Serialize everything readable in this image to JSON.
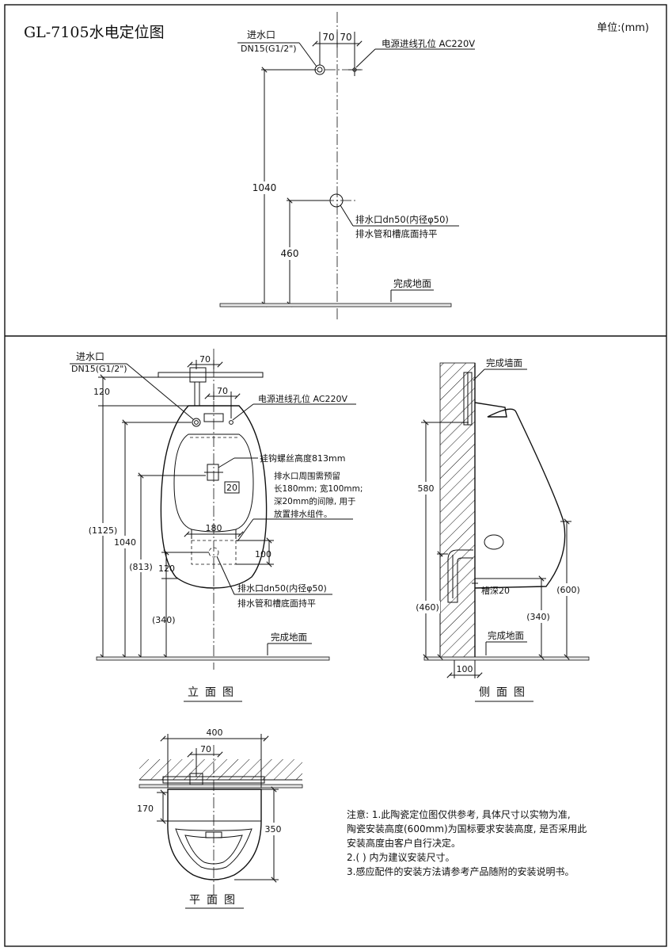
{
  "title": "GL-7105水电定位图",
  "unit": "单位:(mm)",
  "top": {
    "inlet_label": "进水口",
    "inlet_spec": "DN15(G1/2\")",
    "dim_70a": "70",
    "dim_70b": "70",
    "power_label": "电源进线孔位 AC220V",
    "dim_1040": "1040",
    "dim_460": "460",
    "drain_label1": "排水口dn50(内径φ50)",
    "drain_label2": "排水管和槽底面持平",
    "floor_label": "完成地面"
  },
  "front": {
    "inlet_label": "进水口",
    "inlet_spec": "DN15(G1/2\")",
    "dim_70_top": "70",
    "dim_70_power": "70",
    "power_label": "电源进线孔位 AC220V",
    "dim_120_top": "120",
    "hook_label": "挂钩螺丝高度813mm",
    "dim_20": "20",
    "reserve_note": [
      "排水口周围需预留",
      "长180mm; 宽100mm;",
      "深20mm的间隙, 用于",
      "放置排水组件。"
    ],
    "dim_180": "180",
    "dim_100": "100",
    "dim_1125": "(1125)",
    "dim_1040": "1040",
    "dim_813": "(813)",
    "dim_120_low": "120",
    "dim_340": "(340)",
    "drain_label1": "排水口dn50(内径φ50)",
    "drain_label2": "排水管和槽底面持平",
    "floor_label": "完成地面",
    "view_label": "立面图"
  },
  "side": {
    "wall_label": "完成墙面",
    "dim_580": "580",
    "dim_460": "(460)",
    "groove_label": "槽深20",
    "dim_340": "(340)",
    "dim_600": "(600)",
    "floor_label": "完成地面",
    "dim_100": "100",
    "view_label": "侧面图"
  },
  "plan": {
    "dim_400": "400",
    "dim_70": "70",
    "dim_170": "170",
    "dim_350": "350",
    "view_label": "平面图"
  },
  "notes": {
    "line1": "注意: 1.此陶瓷定位图仅供参考, 具体尺寸以实物为准,",
    "line2": "陶瓷安装高度(600mm)为国标要求安装高度, 是否采用此",
    "line3": "安装高度由客户自行决定。",
    "line4": "2.( ) 内为建议安装尺寸。",
    "line5": "3.感应配件的安装方法请参考产品随附的安装说明书。"
  }
}
